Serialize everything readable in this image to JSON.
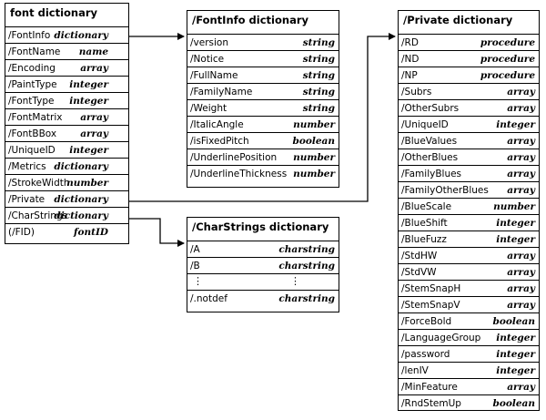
{
  "font_dict": {
    "title": "font dictionary",
    "rows": [
      {
        "key": "/FontInfo",
        "type": "dictionary"
      },
      {
        "key": "/FontName",
        "type": "name"
      },
      {
        "key": "/Encoding",
        "type": "array"
      },
      {
        "key": "/PaintType",
        "type": "integer"
      },
      {
        "key": "/FontType",
        "type": "integer"
      },
      {
        "key": "/FontMatrix",
        "type": "array"
      },
      {
        "key": "/FontBBox",
        "type": "array"
      },
      {
        "key": "/UniqueID",
        "type": "integer"
      },
      {
        "key": "/Metrics",
        "type": "dictionary"
      },
      {
        "key": "/StrokeWidth",
        "type": "number"
      },
      {
        "key": "/Private",
        "type": "dictionary"
      },
      {
        "key": "/CharStrings",
        "type": "dictionary"
      },
      {
        "key": "(/FID)",
        "type": "fontID"
      }
    ]
  },
  "fontinfo_dict": {
    "title": "/FontInfo dictionary",
    "rows": [
      {
        "key": "/version",
        "type": "string"
      },
      {
        "key": "/Notice",
        "type": "string"
      },
      {
        "key": "/FullName",
        "type": "string"
      },
      {
        "key": "/FamilyName",
        "type": "string"
      },
      {
        "key": "/Weight",
        "type": "string"
      },
      {
        "key": "/ItalicAngle",
        "type": "number"
      },
      {
        "key": "/isFixedPitch",
        "type": "boolean"
      },
      {
        "key": "/UnderlinePosition",
        "type": "number"
      },
      {
        "key": "/UnderlineThickness",
        "type": "number"
      }
    ]
  },
  "charstrings_dict": {
    "title": "/CharStrings dictionary",
    "rows": [
      {
        "key": "/A",
        "type": "charstring"
      },
      {
        "key": "/B",
        "type": "charstring"
      },
      {
        "key": "⋮",
        "type": "⋮"
      },
      {
        "key": "/.notdef",
        "type": "charstring"
      }
    ]
  },
  "private_dict": {
    "title": "/Private dictionary",
    "rows": [
      {
        "key": "/RD",
        "type": "procedure"
      },
      {
        "key": "/ND",
        "type": "procedure"
      },
      {
        "key": "/NP",
        "type": "procedure"
      },
      {
        "key": "/Subrs",
        "type": "array"
      },
      {
        "key": "/OtherSubrs",
        "type": "array"
      },
      {
        "key": "/UniqueID",
        "type": "integer"
      },
      {
        "key": "/BlueValues",
        "type": "array"
      },
      {
        "key": "/OtherBlues",
        "type": "array"
      },
      {
        "key": "/FamilyBlues",
        "type": "array"
      },
      {
        "key": "/FamilyOtherBlues",
        "type": "array"
      },
      {
        "key": "/BlueScale",
        "type": "number"
      },
      {
        "key": "/BlueShift",
        "type": "integer"
      },
      {
        "key": "/BlueFuzz",
        "type": "integer"
      },
      {
        "key": "/StdHW",
        "type": "array"
      },
      {
        "key": "/StdVW",
        "type": "array"
      },
      {
        "key": "/StemSnapH",
        "type": "array"
      },
      {
        "key": "/StemSnapV",
        "type": "array"
      },
      {
        "key": "/ForceBold",
        "type": "boolean"
      },
      {
        "key": "/LanguageGroup",
        "type": "integer"
      },
      {
        "key": "/password",
        "type": "integer"
      },
      {
        "key": "/lenIV",
        "type": "integer"
      },
      {
        "key": "/MinFeature",
        "type": "array"
      },
      {
        "key": "/RndStemUp",
        "type": "boolean"
      }
    ]
  }
}
